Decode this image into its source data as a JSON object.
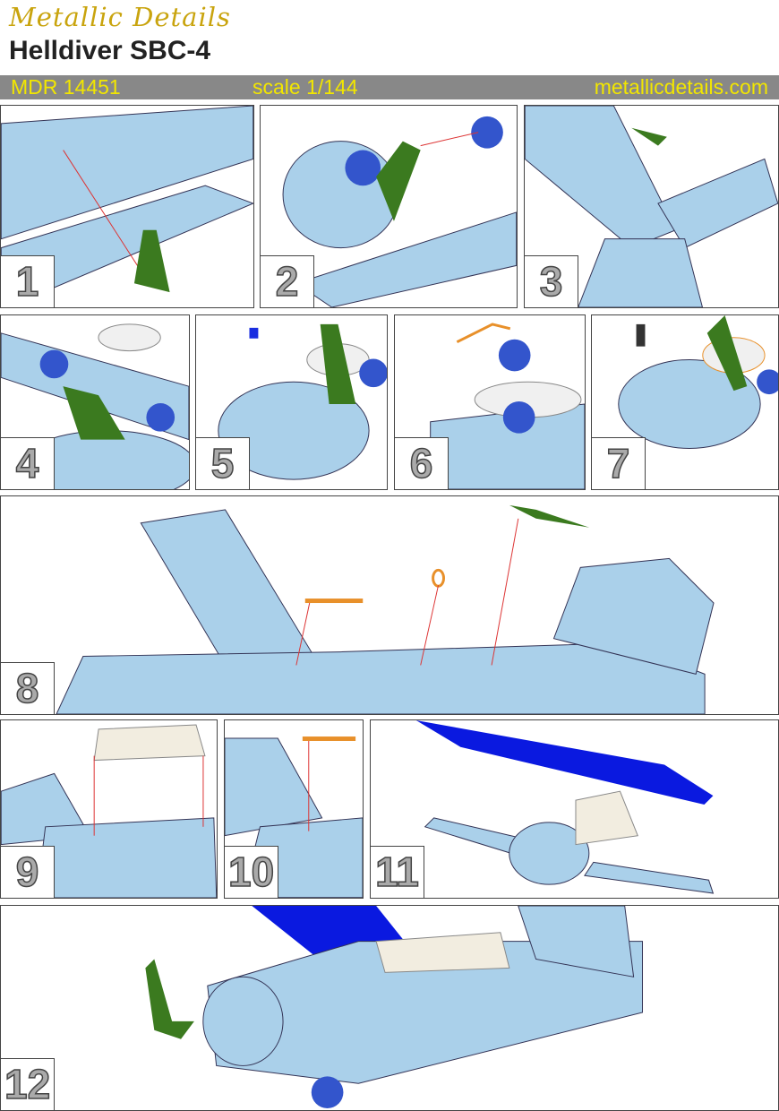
{
  "header": {
    "brand": "Metallic Details",
    "title": "Helldiver SBC-4"
  },
  "bar": {
    "code": "MDR 14451",
    "scale": "scale 1/144",
    "website": "metallicdetails.com"
  },
  "steps": [
    "1",
    "2",
    "3",
    "4",
    "5",
    "6",
    "7",
    "8",
    "9",
    "10",
    "11",
    "12"
  ],
  "colors": {
    "part_blue": "#aad0ea",
    "resin": "#3b7a1f",
    "wheel": "#3355cc",
    "photoetch": "#e8902a",
    "wing": "#0a19e0",
    "bar": "#888888",
    "bar_text": "#f2e600"
  }
}
